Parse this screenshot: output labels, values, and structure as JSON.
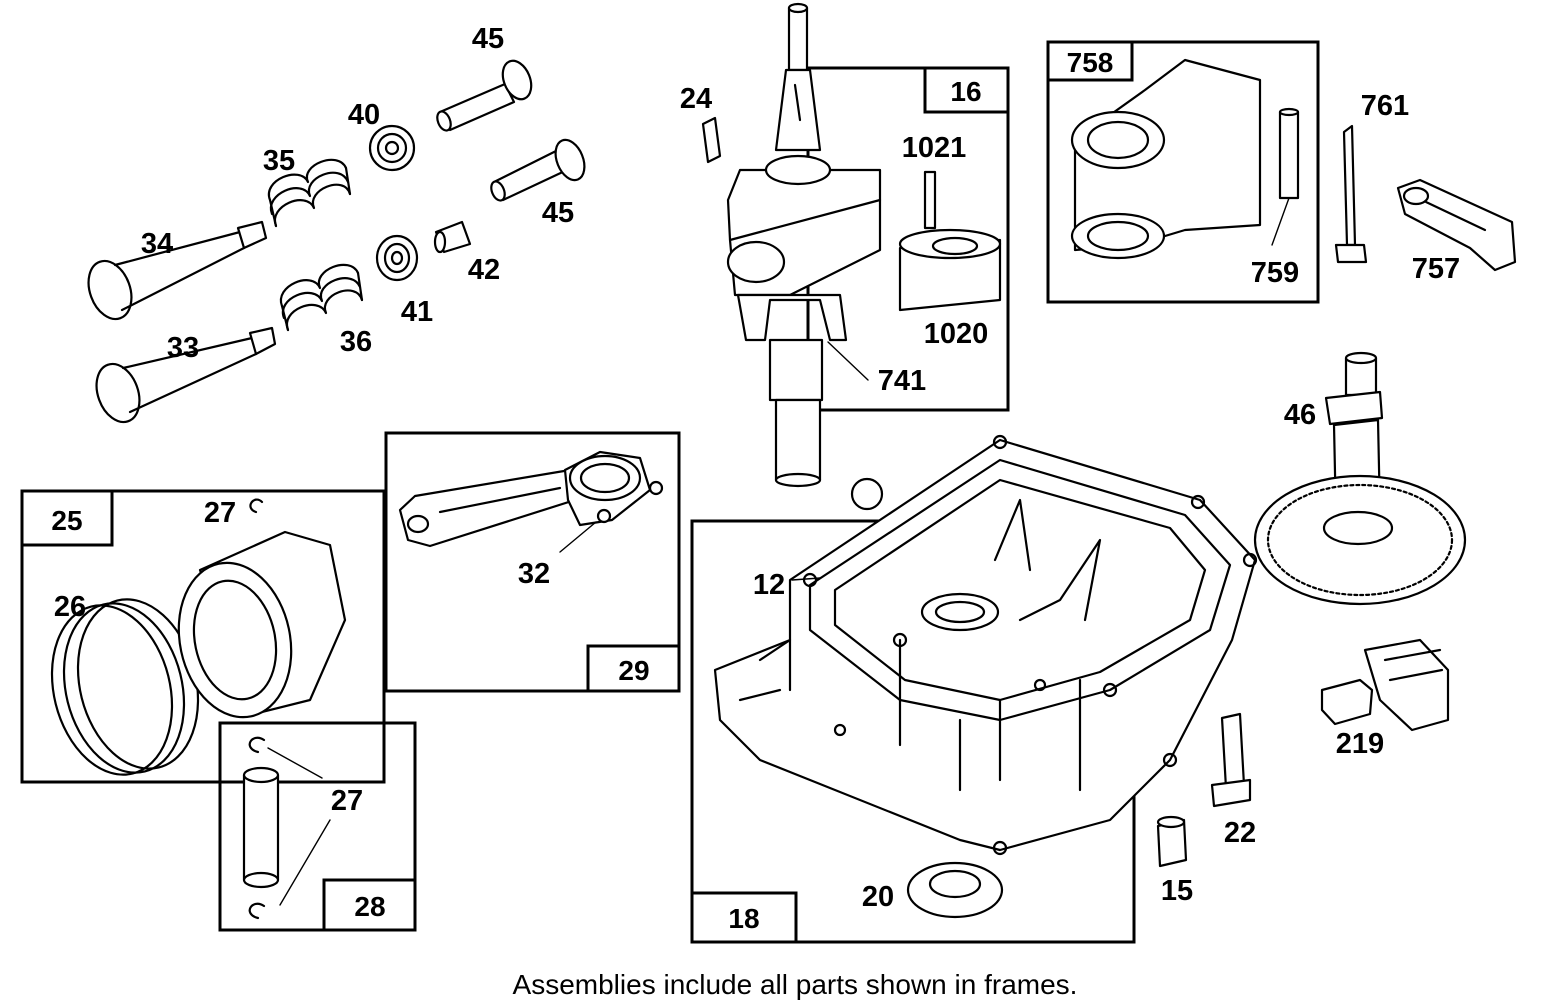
{
  "callouts": {
    "p45a": "45",
    "p40": "40",
    "p35": "35",
    "p45b": "45",
    "p34": "34",
    "p42": "42",
    "p41": "41",
    "p36": "36",
    "p33": "33",
    "p24": "24",
    "p1021": "1021",
    "p1020": "1020",
    "p741": "741",
    "p761": "761",
    "p759": "759",
    "p757": "757",
    "p46": "46",
    "p27a": "27",
    "p26": "26",
    "p32": "32",
    "p12": "12",
    "p219": "219",
    "p27b": "27",
    "p22": "22",
    "p15": "15",
    "p20": "20"
  },
  "frames": {
    "f16": "16",
    "f758": "758",
    "f25": "25",
    "f29": "29",
    "f28": "28",
    "f18": "18"
  },
  "caption": "Assemblies include all parts shown in frames."
}
